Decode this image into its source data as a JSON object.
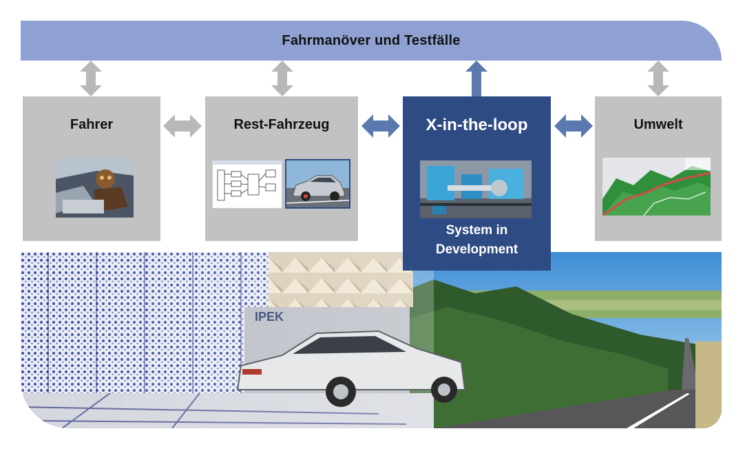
{
  "banner": {
    "title": "Fahrmanöver und Testfälle"
  },
  "boxes": {
    "fahrer": {
      "title": "Fahrer"
    },
    "rest_fahrzeug": {
      "title": "Rest-Fahrzeug"
    },
    "xil": {
      "title": "X-in-the-loop",
      "subtitle_line1": "System in",
      "subtitle_line2": "Development"
    },
    "umwelt": {
      "title": "Umwelt"
    }
  },
  "scene": {
    "logo_text": "IPEK"
  },
  "colors": {
    "banner": "#8ea1d2",
    "box_gray": "#c2c2c2",
    "xil_blue": "#2f4b83",
    "arrow_gray": "#b8b8b8",
    "arrow_blue": "#5b79ae"
  },
  "icons": [
    "driver-photo",
    "simulink-diagram",
    "car-simulation",
    "test-bench-photo",
    "terrain-map",
    "bidirectional-arrow"
  ]
}
